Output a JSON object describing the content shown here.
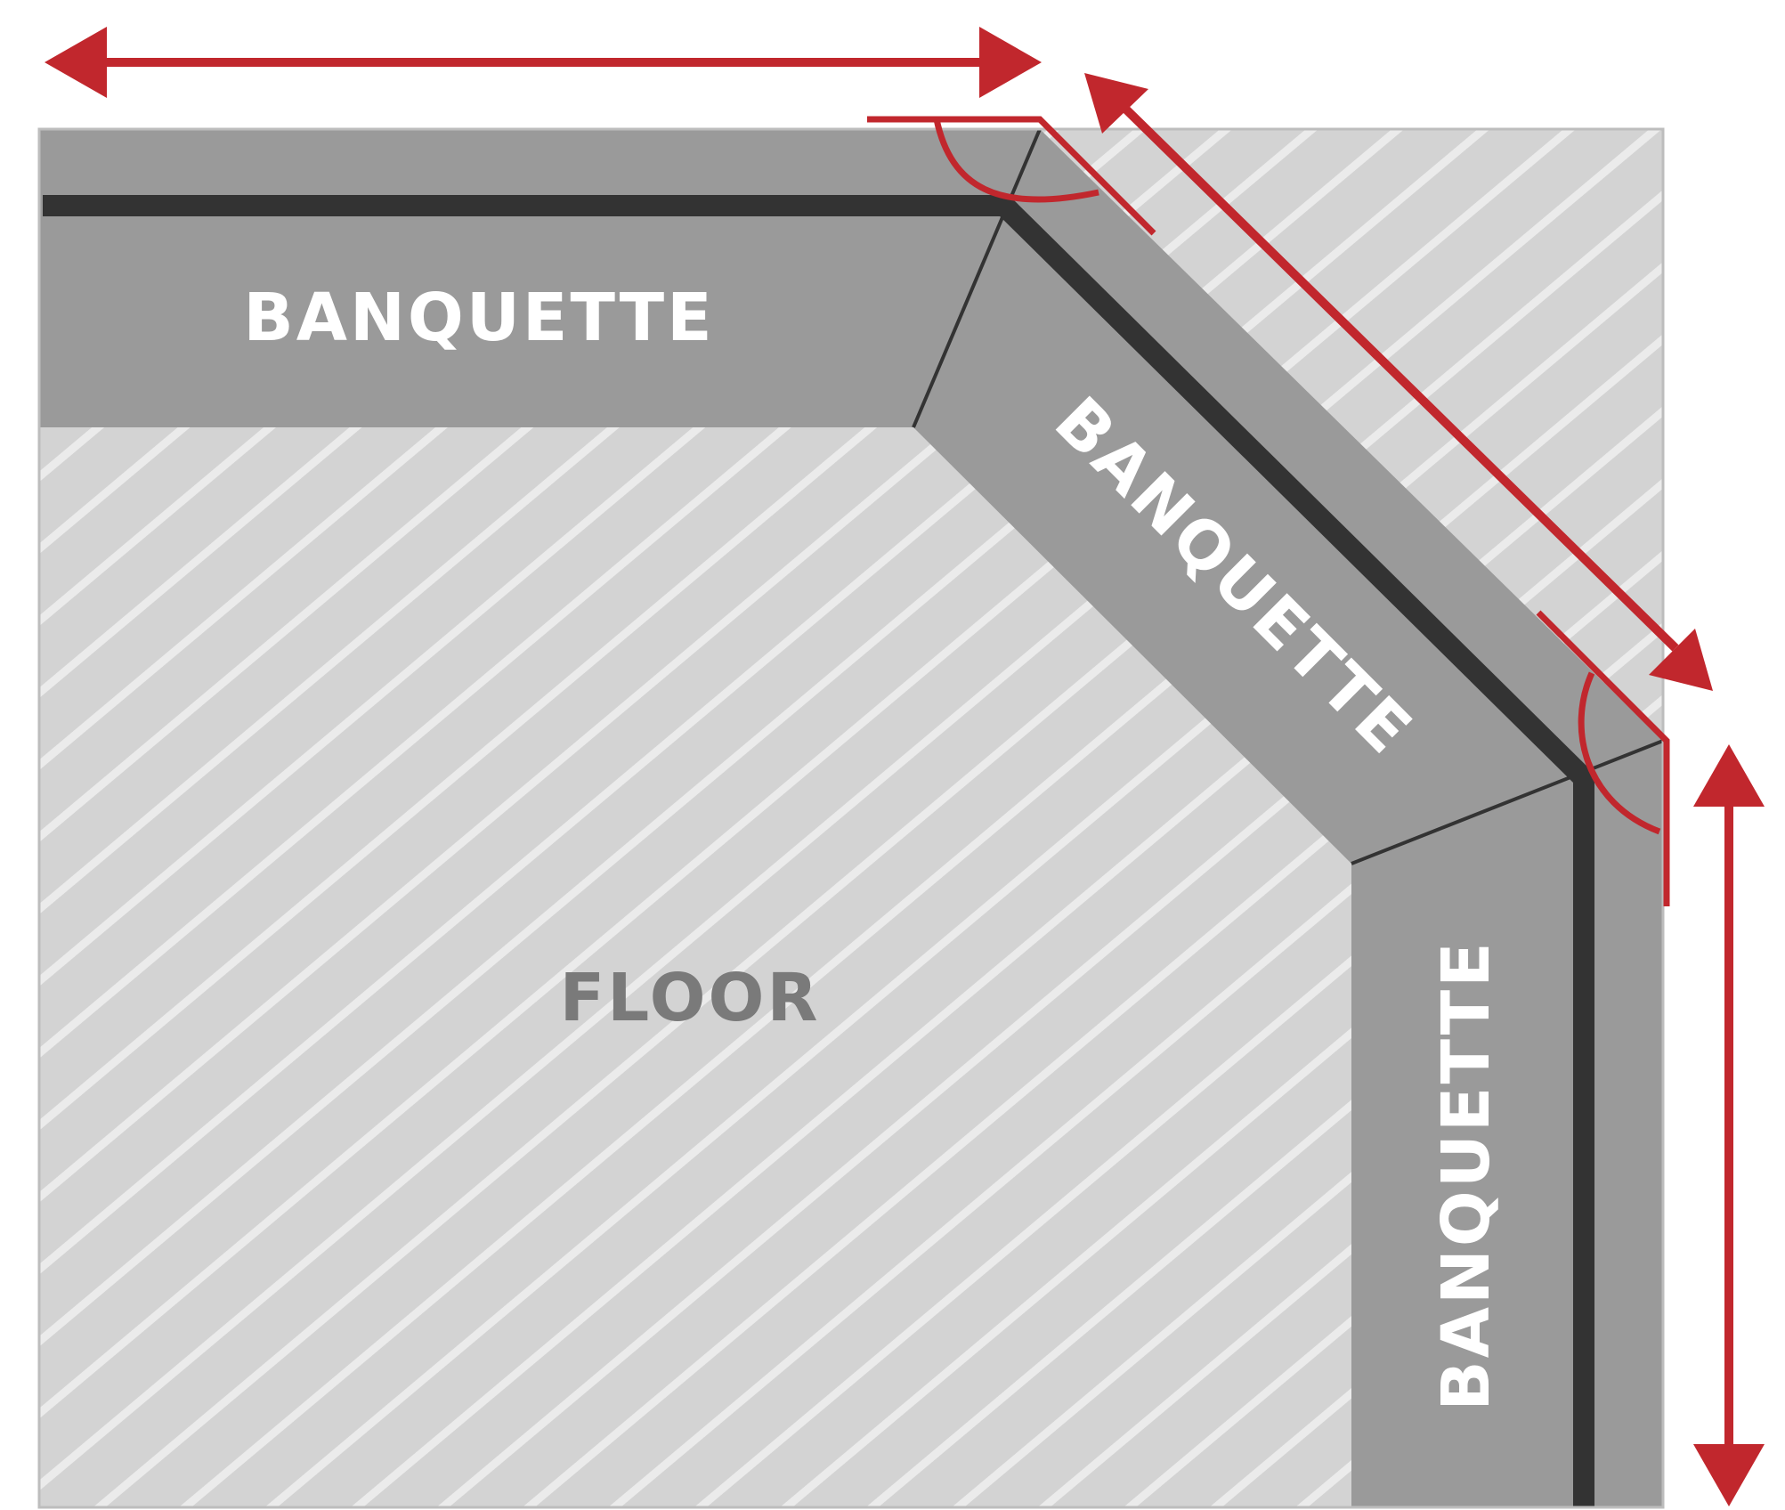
{
  "labels": {
    "banquette_top": "BANQUETTE",
    "banquette_diagonal": "BANQUETTE",
    "banquette_right": "BANQUETTE",
    "floor": "FLOOR"
  },
  "colors": {
    "wall_fill": "#d3d3d3",
    "floor_fill": "#d3d3d3",
    "hatch": "#ebebeb",
    "banquette_fill": "#9a9a9a",
    "back_edge": "#333333",
    "dimension_red": "#c1272d",
    "label_light": "#ffffff",
    "label_dark": "#7a7a7a"
  }
}
